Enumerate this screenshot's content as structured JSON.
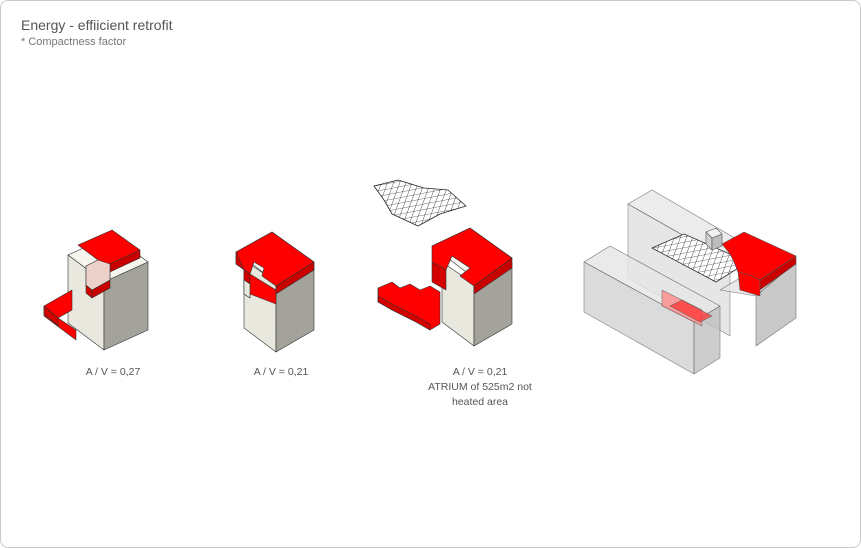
{
  "header": {
    "title": "Energy - effiicient retrofit",
    "subtitle": "* Compactness factor"
  },
  "diagrams": [
    {
      "caption": "A / V = 0,27"
    },
    {
      "caption": "A / V = 0,21"
    },
    {
      "caption_line1": "A / V = 0,21",
      "caption_line2": "ATRIUM of 525m2 not",
      "caption_line3": "heated area"
    },
    {
      "caption": ""
    }
  ],
  "colors": {
    "roof_red": "#ff0000",
    "side_red": "#d40000",
    "wall_light": "#e9e8df",
    "wall_dark": "#a4a39b",
    "glass": "#d6d6d6"
  }
}
